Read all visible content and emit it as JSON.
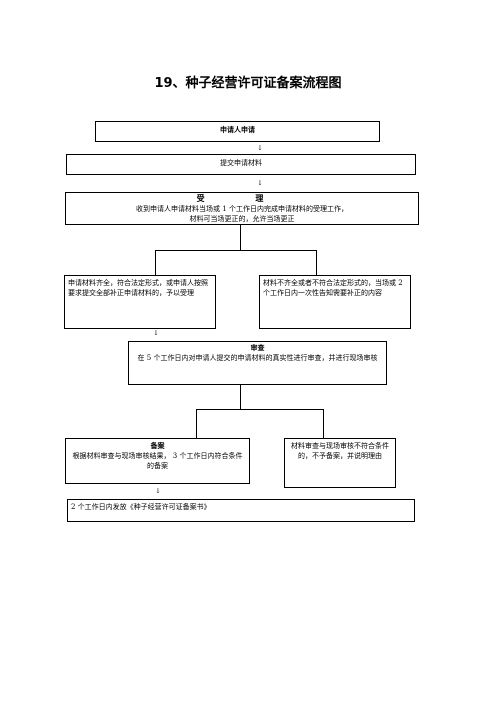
{
  "title": "19、种子经营许可证备案流程图",
  "arrow_glyph": "↓",
  "boxes": {
    "apply": "申请人申请",
    "submit": "提交申请材料",
    "accept_title": "受 理",
    "accept_line1": "收到申请人申请材料当场或 1 个工作日内完成申请材料的受理工作，",
    "accept_line2": "材料可当场更正的，允许当场更正",
    "complete": "申请材料齐全，符合法定形式，或申请人按照要求提交全部补正申请材料的，予以受理",
    "incomplete": "材料不齐全或者不符合法定形式的，当场或 2 个工作日内一次性告知需要补正的内容",
    "review_title": "审查",
    "review_text": "在 5 个工作日内对申请人提交的申请材料的真实性进行审查，并进行现场审核",
    "record_title": "备案",
    "record_text": "根据材料审查与现场审核结果， 3 个工作日内符合条件的备案",
    "reject": "材料审查与现场审核不符合条件的，不予备案，并说明理由",
    "issue": "2 个工作日内发放《种子经营许可证备案书》"
  }
}
